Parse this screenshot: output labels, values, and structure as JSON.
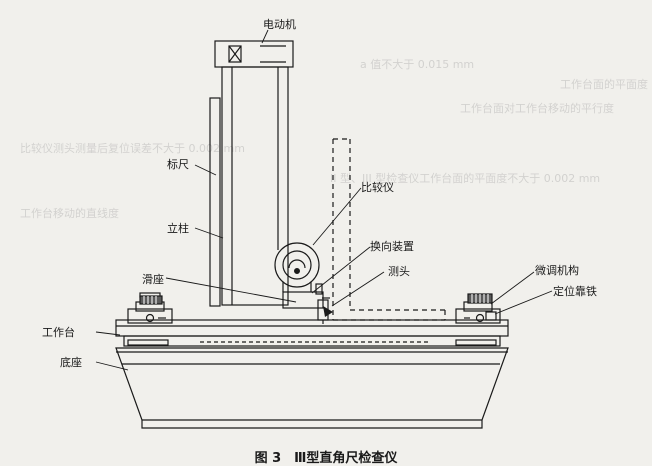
{
  "labels": {
    "motor": "电动机",
    "scale": "标尺",
    "column": "立柱",
    "comparator": "比较仪",
    "reversing_device": "换向装置",
    "probe": "测头",
    "slide": "滑座",
    "fine_adjust": "微调机构",
    "locating_block": "定位靠铁",
    "worktable": "工作台",
    "base": "底座"
  },
  "caption": "图 3　Ⅲ型直角尺检查仪",
  "bleed_text": [
    "a 值不大于 0.015 mm",
    "工作台面的平面度",
    "工作台面对工作台移动的平行度",
    "比较仪测头测量后复位误差不大于 0.002 mm",
    "工作台移动的直线度",
    "II 型、III 型检查仪工作台面的平面度不大于 0.002 mm"
  ]
}
